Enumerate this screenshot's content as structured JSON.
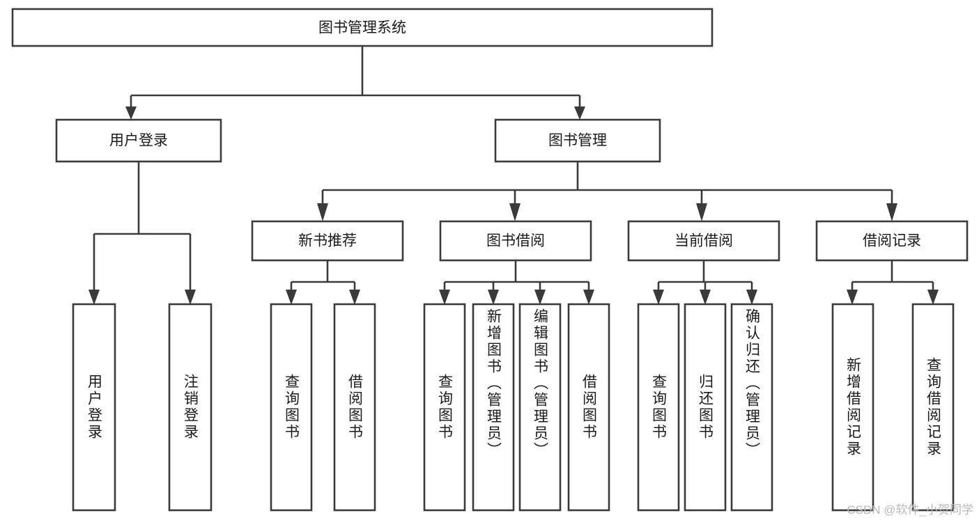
{
  "diagram": {
    "title": "图书管理系统",
    "type": "hierarchy-tree",
    "orientation": "top-down",
    "root": {
      "id": "root",
      "label": "图书管理系统"
    },
    "level2": [
      {
        "id": "user-login",
        "label": "用户登录"
      },
      {
        "id": "book-management",
        "label": "图书管理"
      }
    ],
    "level3": [
      {
        "id": "new-book-recommend",
        "label": "新书推荐",
        "parent": "book-management"
      },
      {
        "id": "book-borrow",
        "label": "图书借阅",
        "parent": "book-management"
      },
      {
        "id": "current-borrow",
        "label": "当前借阅",
        "parent": "book-management"
      },
      {
        "id": "borrow-record",
        "label": "借阅记录",
        "parent": "book-management"
      }
    ],
    "leaves": {
      "user-login": [
        {
          "id": "leaf-user-login",
          "label": "用户登录"
        },
        {
          "id": "leaf-logout-login",
          "label": "注销登录"
        }
      ],
      "new-book-recommend": [
        {
          "id": "leaf-query-book-1",
          "label": "查询图书"
        },
        {
          "id": "leaf-borrow-book-1",
          "label": "借阅图书"
        }
      ],
      "book-borrow": [
        {
          "id": "leaf-query-book-2",
          "label": "查询图书"
        },
        {
          "id": "leaf-add-book",
          "label": "新增图书（管理员）"
        },
        {
          "id": "leaf-edit-book",
          "label": "编辑图书（管理员）"
        },
        {
          "id": "leaf-borrow-book-2",
          "label": "借阅图书"
        }
      ],
      "current-borrow": [
        {
          "id": "leaf-query-book-3",
          "label": "查询图书"
        },
        {
          "id": "leaf-return-book",
          "label": "归还图书"
        },
        {
          "id": "leaf-confirm-return",
          "label": "确认归还（管理员）"
        }
      ],
      "borrow-record": [
        {
          "id": "leaf-add-record",
          "label": "新增借阅记录"
        },
        {
          "id": "leaf-query-record",
          "label": "查询借阅记录"
        }
      ]
    },
    "colors": {
      "stroke": "#3a3a3a",
      "fill": "#ffffff",
      "text": "#1a1a1a",
      "watermark": "#b8b8b8"
    }
  },
  "watermark": {
    "text": "CSDN @软件_小贺同学"
  }
}
